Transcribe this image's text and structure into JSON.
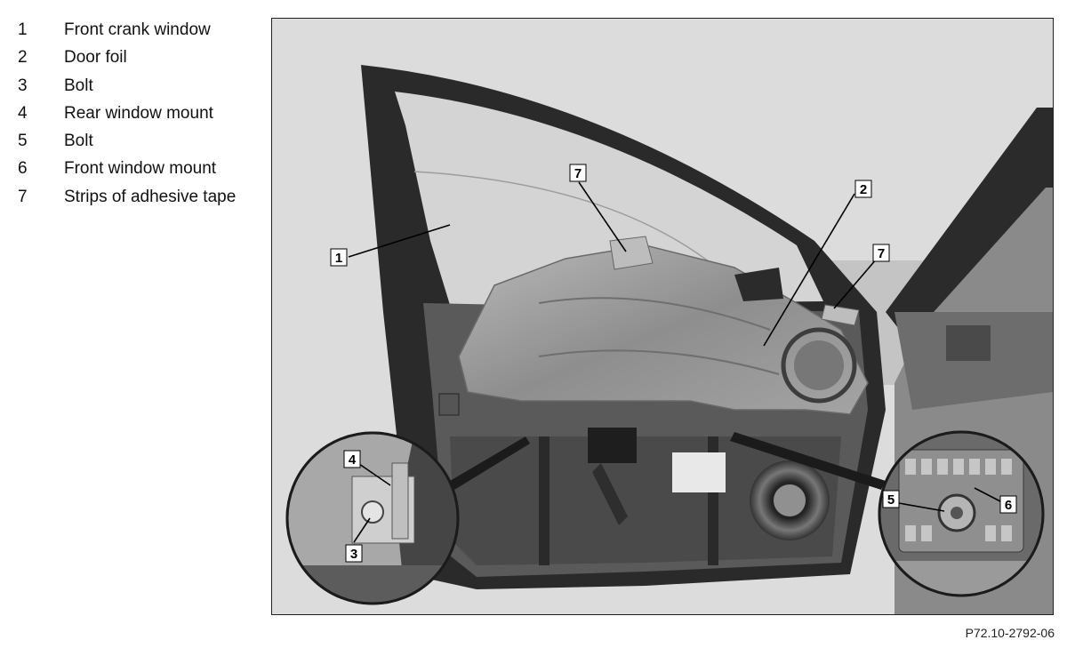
{
  "legend": [
    {
      "num": "1",
      "text": "Front crank window"
    },
    {
      "num": "2",
      "text": "Door foil"
    },
    {
      "num": "3",
      "text": "Bolt"
    },
    {
      "num": "4",
      "text": "Rear window mount"
    },
    {
      "num": "5",
      "text": "Bolt"
    },
    {
      "num": "6",
      "text": "Front window mount"
    },
    {
      "num": "7",
      "text": "Strips of adhesive tape"
    }
  ],
  "callouts": {
    "c1": "1",
    "c2": "2",
    "c3": "3",
    "c4": "4",
    "c5": "5",
    "c6": "6",
    "c7a": "7",
    "c7b": "7"
  },
  "figure_ref": "P72.10-2792-06"
}
